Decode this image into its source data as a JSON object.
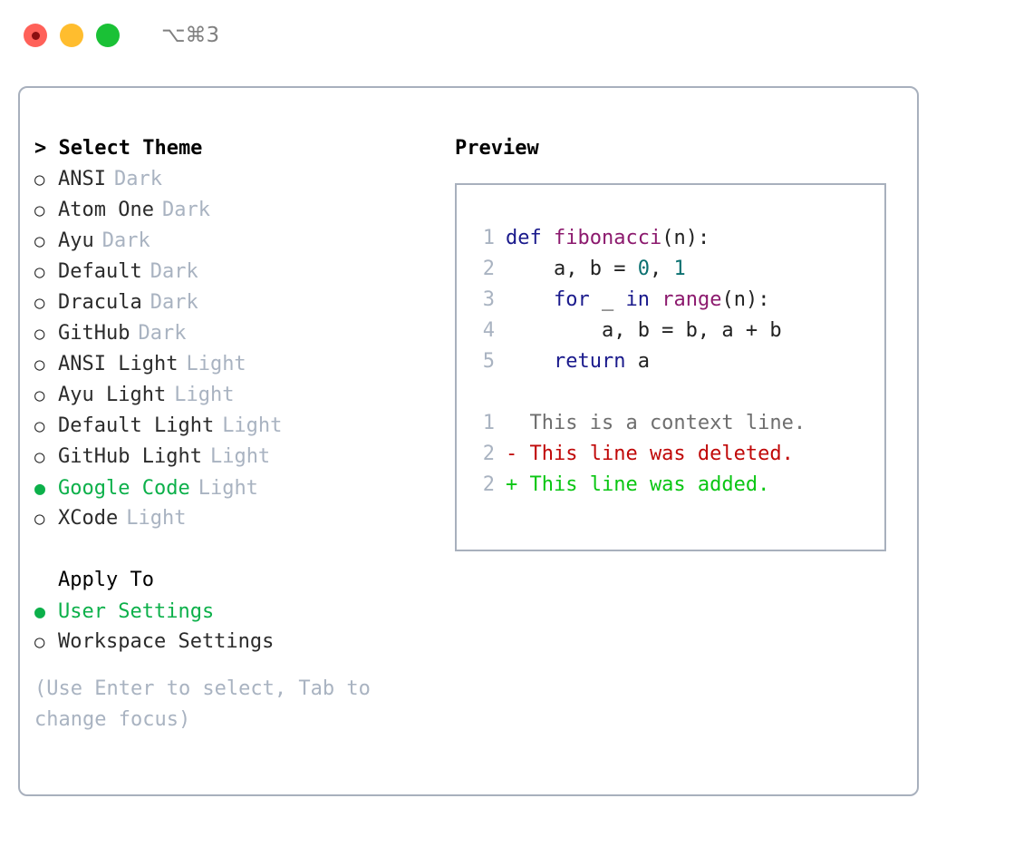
{
  "titlebar": {
    "shortcut": "⌥⌘3",
    "buttons": [
      {
        "name": "close",
        "color": "#ff6159"
      },
      {
        "name": "minimize",
        "color": "#ffbd2e"
      },
      {
        "name": "maximize",
        "color": "#1ac136"
      }
    ]
  },
  "theme_section": {
    "heading": "> Select Theme",
    "selected_bullet": "●",
    "unselected_bullet": "○",
    "items": [
      {
        "label": "ANSI",
        "tag": "Dark",
        "selected": false
      },
      {
        "label": "Atom One",
        "tag": "Dark",
        "selected": false
      },
      {
        "label": "Ayu",
        "tag": "Dark",
        "selected": false
      },
      {
        "label": "Default",
        "tag": "Dark",
        "selected": false
      },
      {
        "label": "Dracula",
        "tag": "Dark",
        "selected": false
      },
      {
        "label": "GitHub",
        "tag": "Dark",
        "selected": false
      },
      {
        "label": "ANSI Light",
        "tag": "Light",
        "selected": false
      },
      {
        "label": "Ayu Light",
        "tag": "Light",
        "selected": false
      },
      {
        "label": "Default Light",
        "tag": "Light",
        "selected": false
      },
      {
        "label": "GitHub Light",
        "tag": "Light",
        "selected": false
      },
      {
        "label": "Google Code",
        "tag": "Light",
        "selected": true
      },
      {
        "label": "XCode",
        "tag": "Light",
        "selected": false
      }
    ]
  },
  "apply_section": {
    "heading": "Apply To",
    "items": [
      {
        "label": "User Settings",
        "selected": true
      },
      {
        "label": "Workspace Settings",
        "selected": false
      }
    ]
  },
  "hint": "(Use Enter to select, Tab to change focus)",
  "preview": {
    "title": "Preview",
    "code_lines": [
      {
        "number": "1",
        "tokens": [
          {
            "t": "def ",
            "c": "kw"
          },
          {
            "t": "fibonacci",
            "c": "fn"
          },
          {
            "t": "(n):",
            "c": "plain"
          }
        ]
      },
      {
        "number": "2",
        "tokens": [
          {
            "t": "    a, b = ",
            "c": "plain"
          },
          {
            "t": "0",
            "c": "num"
          },
          {
            "t": ", ",
            "c": "plain"
          },
          {
            "t": "1",
            "c": "num"
          }
        ]
      },
      {
        "number": "3",
        "tokens": [
          {
            "t": "    ",
            "c": "plain"
          },
          {
            "t": "for",
            "c": "kw"
          },
          {
            "t": " _ ",
            "c": "plain"
          },
          {
            "t": "in",
            "c": "kw"
          },
          {
            "t": " ",
            "c": "plain"
          },
          {
            "t": "range",
            "c": "fn"
          },
          {
            "t": "(n):",
            "c": "plain"
          }
        ]
      },
      {
        "number": "4",
        "tokens": [
          {
            "t": "        a, b = b, a + b",
            "c": "plain"
          }
        ]
      },
      {
        "number": "5",
        "tokens": [
          {
            "t": "    ",
            "c": "plain"
          },
          {
            "t": "return",
            "c": "kw"
          },
          {
            "t": " a",
            "c": "plain"
          }
        ]
      }
    ],
    "diff_lines": [
      {
        "number": "1",
        "text": "  This is a context line.",
        "kind": "ctx"
      },
      {
        "number": "2",
        "text": "- This line was deleted.",
        "kind": "del"
      },
      {
        "number": "2",
        "text": "+ This line was added.",
        "kind": "add"
      }
    ]
  },
  "colors": {
    "accent_green": "#0cb04a",
    "tag_grey": "#a9b3c1",
    "border": "#a8b0bd",
    "keyword": "#1a1a8c",
    "function": "#8c1a6e",
    "number": "#0a7070",
    "diff_added": "#0ac613",
    "diff_deleted": "#c00808",
    "diff_context": "#6e6e6e"
  }
}
